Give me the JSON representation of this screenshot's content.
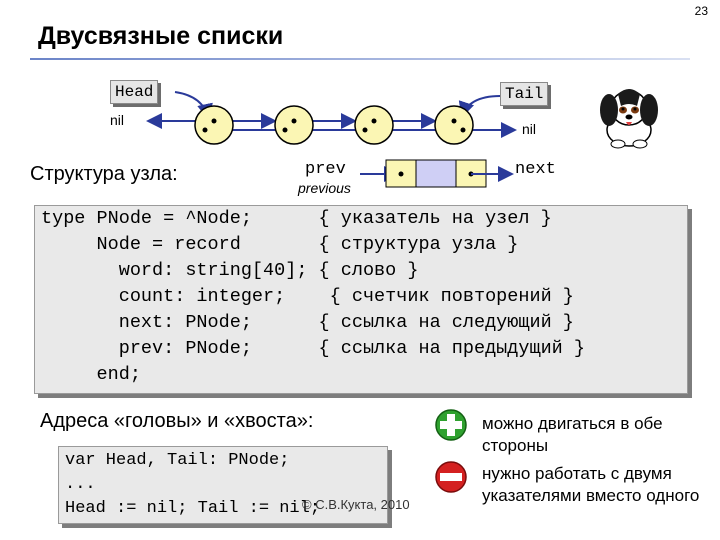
{
  "page_number": "23",
  "title": "Двусвязные списки",
  "diagram": {
    "head_label": "Head",
    "tail_label": "Tail",
    "nil_left": "nil",
    "nil_right": "nil",
    "node_fill": "#fbf6b4",
    "node_stroke": "#000000",
    "arrow_color": "#2a3a9a",
    "data_cell_fill": "#cfcff5"
  },
  "structure": {
    "label": "Структура узла:",
    "prev": "prev",
    "previous": "previous",
    "next": "next"
  },
  "code": [
    "type PNode = ^Node;      { указатель на узел }",
    "     Node = record       { структура узла }",
    "       word: string[40]; { слово }",
    "       count: integer;    { счетчик повторений }",
    "       next: PNode;      { ссылка на следующий }",
    "       prev: PNode;      { ссылка на предыдущий }",
    "     end;"
  ],
  "addresses": {
    "title": "Адреса «головы» и «хвоста»:",
    "code": [
      "var Head, Tail: PNode;",
      "...",
      "Head := nil; Tail := nil;"
    ]
  },
  "copyright": "© С.В.Кукта, 2010",
  "notes": {
    "plus": "можно двигаться в обе стороны",
    "minus": "нужно работать с двумя указателями вместо одного",
    "plus_color": "#2fa12f",
    "minus_color": "#d42020"
  }
}
